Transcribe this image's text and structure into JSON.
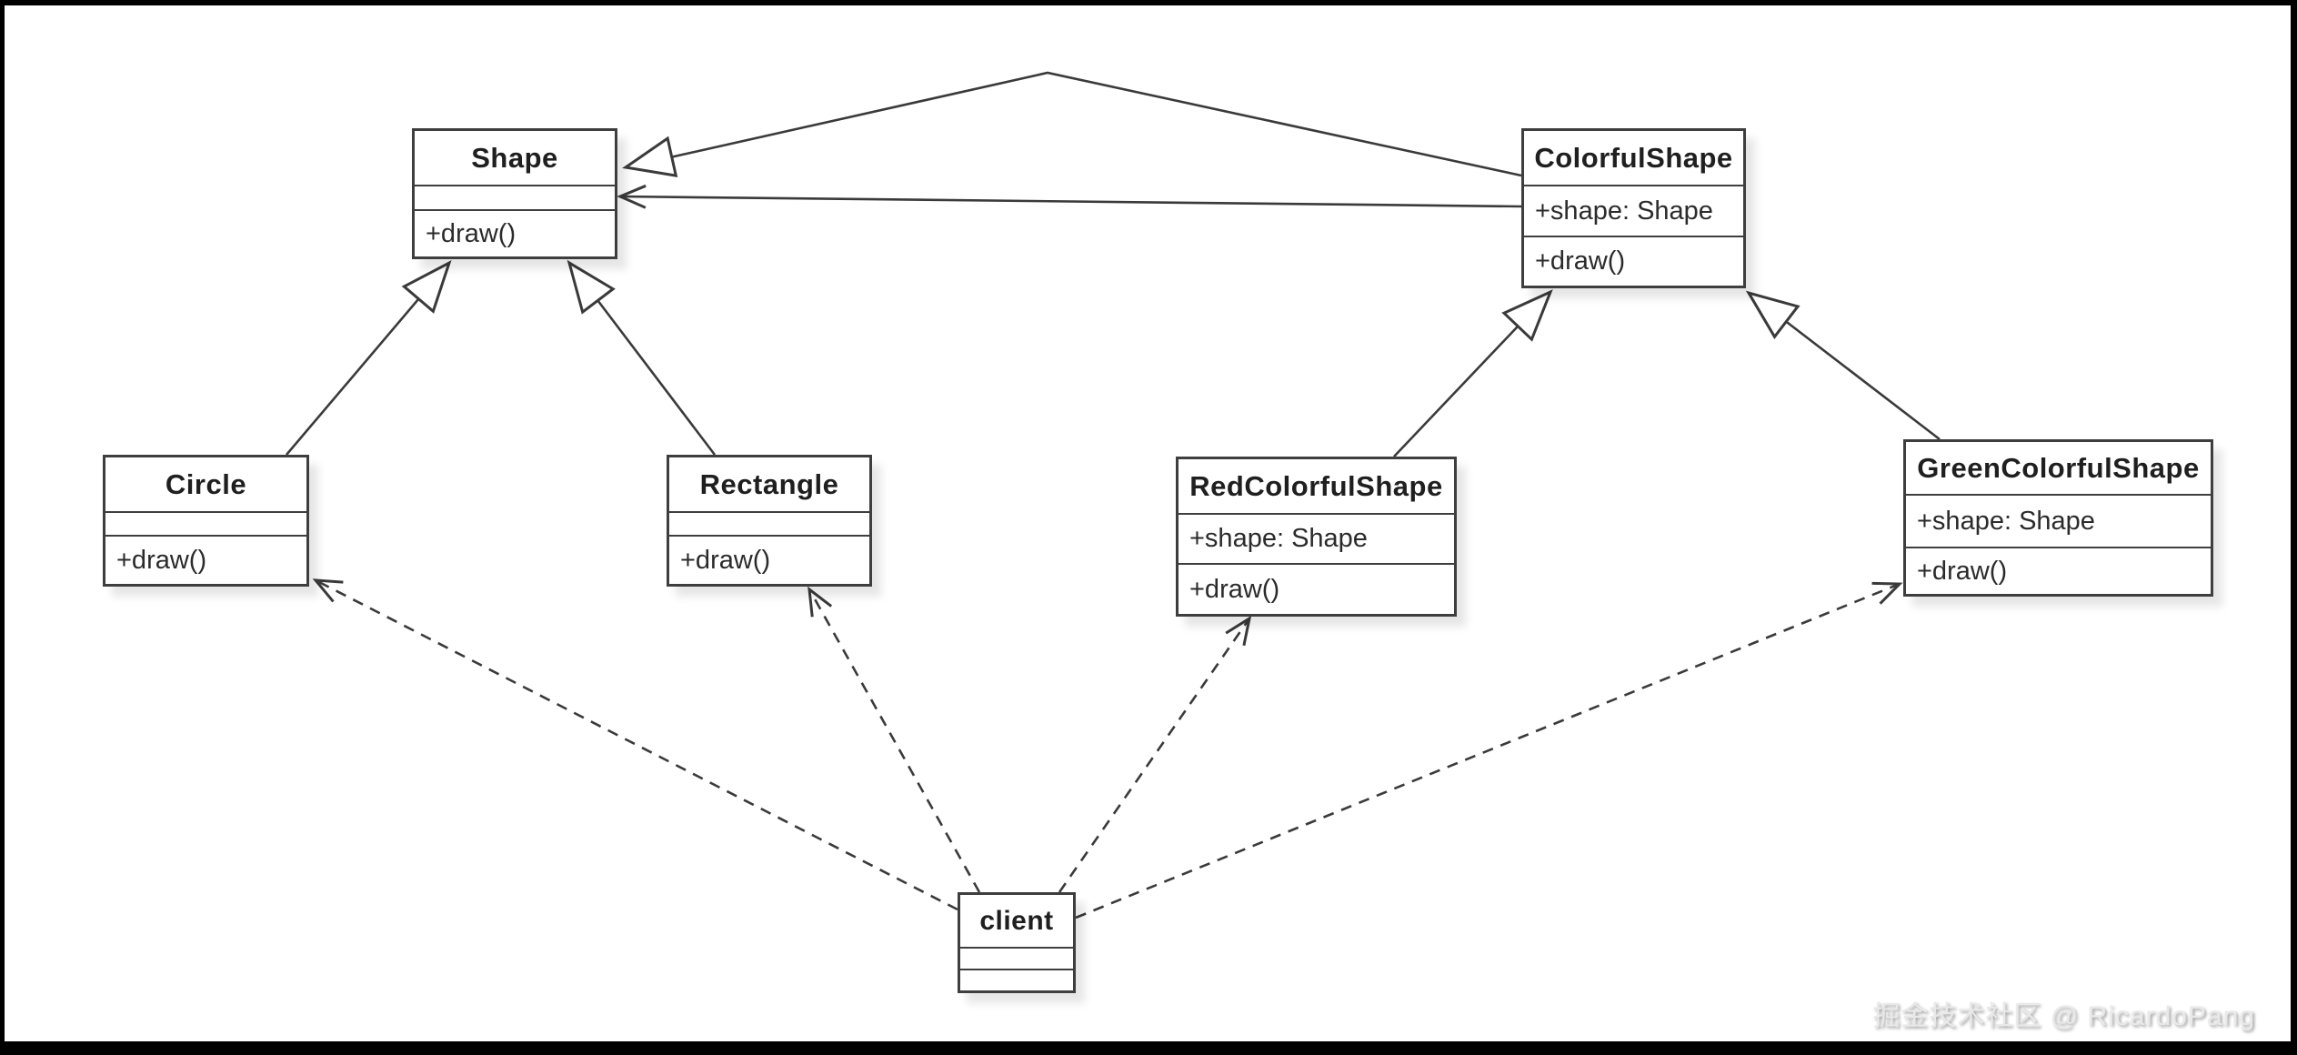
{
  "diagram": {
    "kind": "uml-class-diagram",
    "background": "#ffffff",
    "frame_color": "#000000",
    "line_color": "#3a3a3a"
  },
  "classes": {
    "shape": {
      "name": "Shape",
      "attributes": "",
      "methods": "+draw()"
    },
    "colorful": {
      "name": "ColorfulShape",
      "attributes": "+shape: Shape",
      "methods": "+draw()"
    },
    "circle": {
      "name": "Circle",
      "attributes": "",
      "methods": "+draw()"
    },
    "rectangle": {
      "name": "Rectangle",
      "attributes": "",
      "methods": "+draw()"
    },
    "red": {
      "name": "RedColorfulShape",
      "attributes": "+shape: Shape",
      "methods": "+draw()"
    },
    "green": {
      "name": "GreenColorfulShape",
      "attributes": "+shape: Shape",
      "methods": "+draw()"
    },
    "client": {
      "name": "client",
      "attributes": "",
      "methods": ""
    }
  },
  "relationships": [
    {
      "from": "Circle",
      "to": "Shape",
      "type": "generalization",
      "style": "solid hollow-triangle"
    },
    {
      "from": "Rectangle",
      "to": "Shape",
      "type": "generalization",
      "style": "solid hollow-triangle"
    },
    {
      "from": "ColorfulShape",
      "to": "Shape",
      "type": "generalization",
      "style": "solid hollow-triangle"
    },
    {
      "from": "ColorfulShape",
      "to": "Shape",
      "type": "association",
      "style": "solid open-arrow"
    },
    {
      "from": "RedColorfulShape",
      "to": "ColorfulShape",
      "type": "generalization",
      "style": "solid hollow-triangle"
    },
    {
      "from": "GreenColorfulShape",
      "to": "ColorfulShape",
      "type": "generalization",
      "style": "solid hollow-triangle"
    },
    {
      "from": "client",
      "to": "Circle",
      "type": "dependency",
      "style": "dashed open-arrow"
    },
    {
      "from": "client",
      "to": "Rectangle",
      "type": "dependency",
      "style": "dashed open-arrow"
    },
    {
      "from": "client",
      "to": "RedColorfulShape",
      "type": "dependency",
      "style": "dashed open-arrow"
    },
    {
      "from": "client",
      "to": "GreenColorfulShape",
      "type": "dependency",
      "style": "dashed open-arrow"
    }
  ],
  "watermark": {
    "text": "掘金技术社区 @ RicardoPang",
    "color": "#e9e9e9"
  }
}
